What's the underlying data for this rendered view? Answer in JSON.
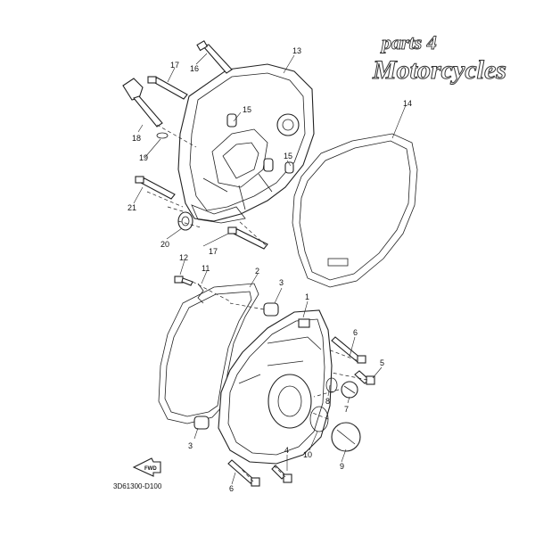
{
  "logo": {
    "line1": "parts 4",
    "line2": "Motorcycles"
  },
  "diagram_code": "3D61300-D100",
  "fwd_label": "FWD",
  "callouts": [
    "13",
    "16",
    "17",
    "14",
    "15",
    "15",
    "18",
    "19",
    "21",
    "20",
    "17",
    "12",
    "11",
    "2",
    "3",
    "1",
    "6",
    "5",
    "8",
    "7",
    "3",
    "10",
    "9",
    "4",
    "6"
  ]
}
